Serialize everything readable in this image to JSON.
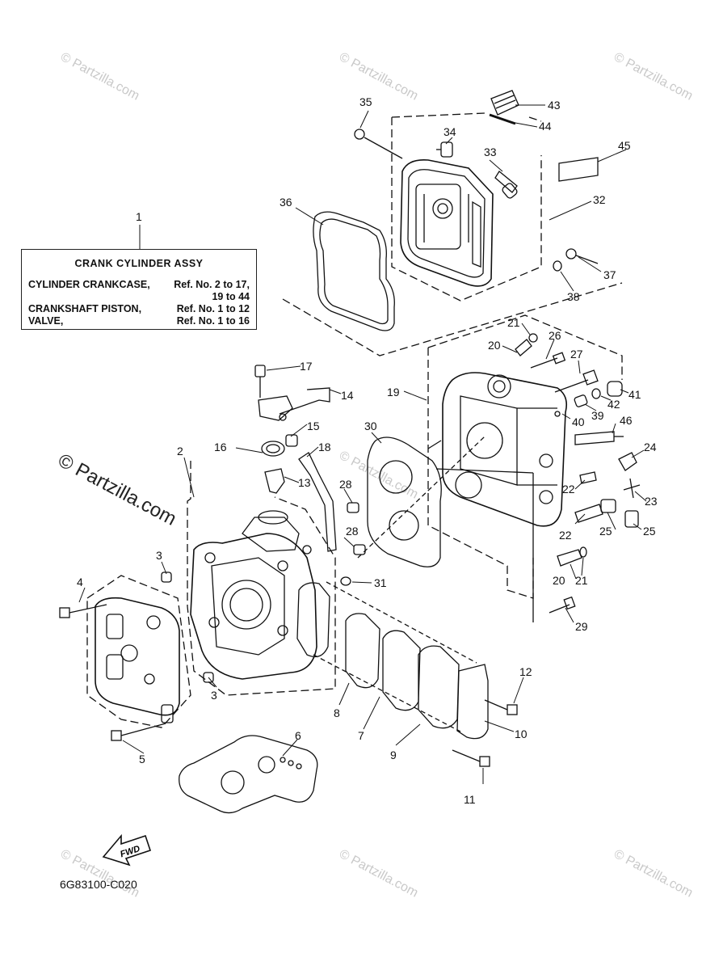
{
  "watermark": {
    "text": "© Partzilla.com",
    "primary_text": "© Partzilla.com"
  },
  "legend": {
    "title": "CRANK  CYLINDER ASSY",
    "rows": [
      {
        "label": "CYLINDER CRANKCASE,",
        "ref": "Ref. No. 2 to 17,"
      },
      {
        "label": "",
        "ref": "19 to 44"
      },
      {
        "label": "CRANKSHAFT PISTON,",
        "ref": "Ref. No. 1 to 12"
      },
      {
        "label": "VALVE,",
        "ref": "Ref. No. 1 to 16"
      }
    ]
  },
  "fwd_label": "FWD",
  "diagram_code": "6G83100-C020",
  "part_numbers": [
    "1",
    "2",
    "3",
    "3",
    "4",
    "5",
    "6",
    "7",
    "8",
    "9",
    "10",
    "11",
    "12",
    "13",
    "14",
    "15",
    "16",
    "17",
    "18",
    "19",
    "20",
    "20",
    "21",
    "21",
    "22",
    "22",
    "23",
    "24",
    "25",
    "25",
    "26",
    "27",
    "28",
    "28",
    "29",
    "30",
    "31",
    "32",
    "33",
    "34",
    "35",
    "36",
    "37",
    "38",
    "39",
    "40",
    "41",
    "42",
    "43",
    "44",
    "45",
    "46"
  ]
}
